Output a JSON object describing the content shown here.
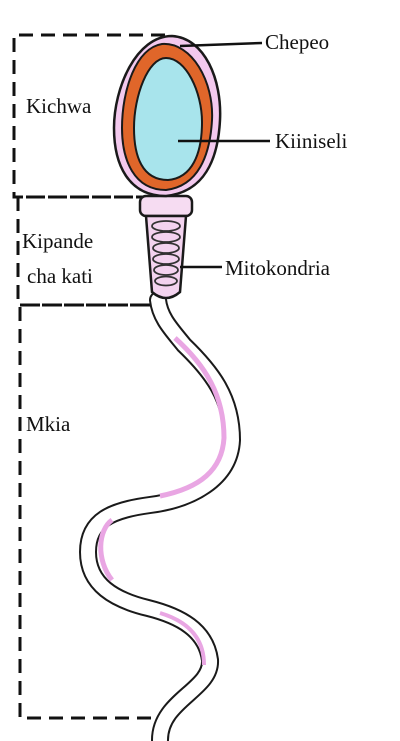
{
  "regions": {
    "head": "Kichwa",
    "midpiece_line1": "Kipande",
    "midpiece_line2": "cha kati",
    "tail": "Mkia"
  },
  "parts": {
    "acrosome": "Chepeo",
    "nucleus": "Kiiniseli",
    "mitochondria": "Mitokondria"
  },
  "colors": {
    "outline": "#1a1a1a",
    "nucleus_fill": "#a8e4ec",
    "nucleus_ring": "#e0662a",
    "membrane_tint": "#e79be0"
  }
}
